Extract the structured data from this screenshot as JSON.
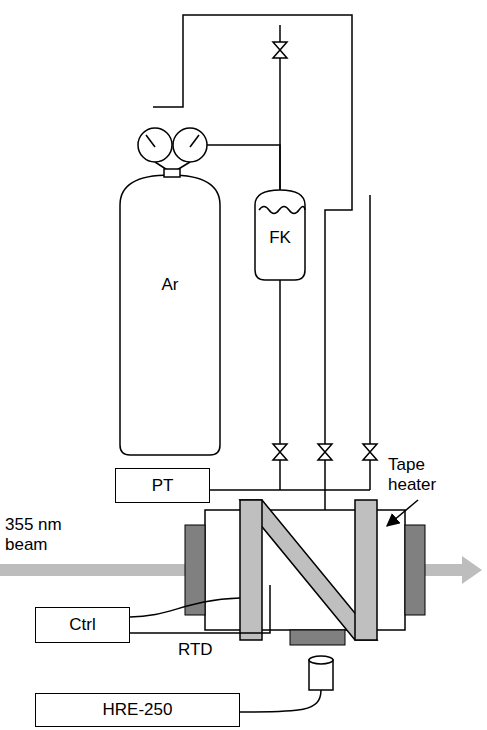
{
  "diagram": {
    "nodes": [
      {
        "text": [
          "Ar"
        ]
      },
      {
        "text": [
          "FK"
        ]
      },
      {
        "text": [
          "PT"
        ]
      },
      {
        "text": [
          "Ctrl"
        ]
      },
      {
        "text": [
          "HRE-250"
        ]
      }
    ],
    "edges": [
      {
        "from": 0,
        "to": 1,
        "arrow": "none"
      }
    ],
    "labels": [
      "Tape heater",
      "355 nm beam",
      "RTD"
    ]
  }
}
